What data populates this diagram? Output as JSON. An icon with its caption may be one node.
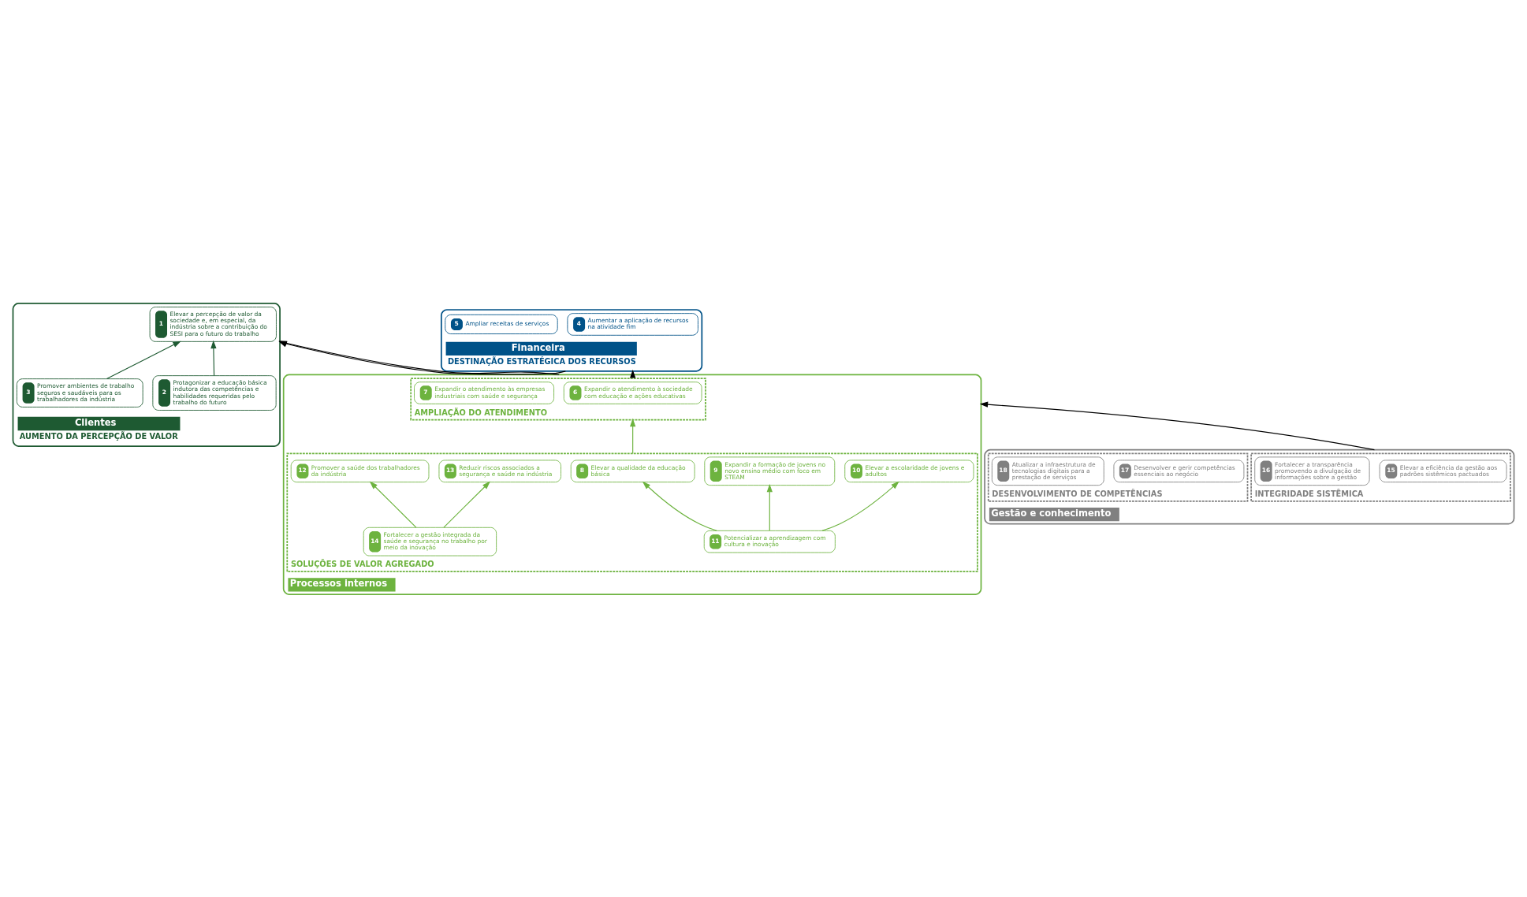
{
  "diagram": {
    "nodes": [
      {
        "text": [
          "Clientes",
          "AUMENTO DA PERCEPÇÃO DE VALOR"
        ]
      },
      {
        "text": [
          "1",
          "Elevar a percepção de valor da sociedade e, em especial, da indústria sobre a contribuição do SESI para o futuro do trabalho"
        ],
        "in": 0
      },
      {
        "text": [
          "2",
          "Protagonizar a educação básica indutora das competências e habilidades requeridas pelo trabalho do futuro"
        ],
        "in": 0
      },
      {
        "text": [
          "3",
          "Promover ambientes de trabalho seguros e saudáveis para os trabalhadores da indústria"
        ],
        "in": 0
      },
      {
        "text": [
          "Financeira",
          "DESTINAÇÃO ESTRATÉGICA DOS RECURSOS"
        ]
      },
      {
        "text": [
          "4",
          "Aumentar a aplicação de recursos na atividade fim"
        ],
        "in": 4
      },
      {
        "text": [
          "5",
          "Ampliar receitas de serviços"
        ],
        "in": 4
      },
      {
        "text": [
          "Processos internos"
        ]
      },
      {
        "text": [
          "AMPLIAÇÃO DO ATENDIMENTO"
        ],
        "in": 7
      },
      {
        "text": [
          "6",
          "Expandir o atendimento à sociedade com educação e ações educativas"
        ],
        "in": 8
      },
      {
        "text": [
          "7",
          "Expandir o atendimento às empresas industriais com saúde e segurança"
        ],
        "in": 8
      },
      {
        "text": [
          "SOLUÇÕES DE VALOR AGREGADO"
        ],
        "in": 7
      },
      {
        "text": [
          "8",
          "Elevar a qualidade da educação básica"
        ],
        "in": 11
      },
      {
        "text": [
          "9",
          "Expandir a formação de jovens no novo ensino médio com foco em STEAM"
        ],
        "in": 11
      },
      {
        "text": [
          "10",
          "Elevar a escolaridade de jovens e adultos"
        ],
        "in": 11
      },
      {
        "text": [
          "12",
          "Promover a saúde dos trabalhadores da indústria"
        ],
        "in": 11
      },
      {
        "text": [
          "13",
          "Reduzir riscos associados a segurança e saúde na indústria"
        ],
        "in": 11
      },
      {
        "text": [
          "11",
          "Potencializar a aprendizagem com cultura e inovação"
        ],
        "in": 11
      },
      {
        "text": [
          "14",
          "Fortalecer a gestão integrada da saúde e segurança no trabalho por meio da inovação"
        ],
        "in": 11
      },
      {
        "text": [
          "Gestão e conhecimento"
        ]
      },
      {
        "text": [
          "INTEGRIDADE SISTÊMICA"
        ],
        "in": 19
      },
      {
        "text": [
          "15",
          "Elevar a eficiência da gestão aos padrões sistêmicos pactuados"
        ],
        "in": 20
      },
      {
        "text": [
          "16",
          "Fortalecer a transparência promovendo a divulgação de informações sobre a gestão"
        ],
        "in": 20
      },
      {
        "text": [
          "DESENVOLVIMENTO DE COMPETÊNCIAS"
        ],
        "in": 19
      },
      {
        "text": [
          "17",
          "Desenvolver e gerir competências essenciais ao negócio"
        ],
        "in": 23
      },
      {
        "text": [
          "18",
          "Atualizar a infraestrutura de tecnologias digitais para a prestação de serviços"
        ],
        "in": 23
      }
    ],
    "edges": [
      {
        "from": 2,
        "to": 1,
        "arrow": "to",
        "color": "#1e5a32"
      },
      {
        "from": 3,
        "to": 1,
        "arrow": "to",
        "color": "#1e5a32"
      },
      {
        "from": 4,
        "to": 0,
        "arrow": "to",
        "color": "#000000"
      },
      {
        "from": 7,
        "to": 0,
        "arrow": "to",
        "color": "#000000"
      },
      {
        "from": 7,
        "to": 4,
        "arrow": "to",
        "color": "#000000"
      },
      {
        "from": 11,
        "to": 8,
        "arrow": "to",
        "color": "#6db33f"
      },
      {
        "from": 17,
        "to": 12,
        "arrow": "to",
        "color": "#6db33f"
      },
      {
        "from": 17,
        "to": 13,
        "arrow": "to",
        "color": "#6db33f"
      },
      {
        "from": 17,
        "to": 14,
        "arrow": "to",
        "color": "#6db33f"
      },
      {
        "from": 18,
        "to": 15,
        "arrow": "to",
        "color": "#6db33f"
      },
      {
        "from": 18,
        "to": 16,
        "arrow": "to",
        "color": "#6db33f"
      },
      {
        "from": 19,
        "to": 7,
        "arrow": "to",
        "color": "#000000"
      }
    ]
  }
}
